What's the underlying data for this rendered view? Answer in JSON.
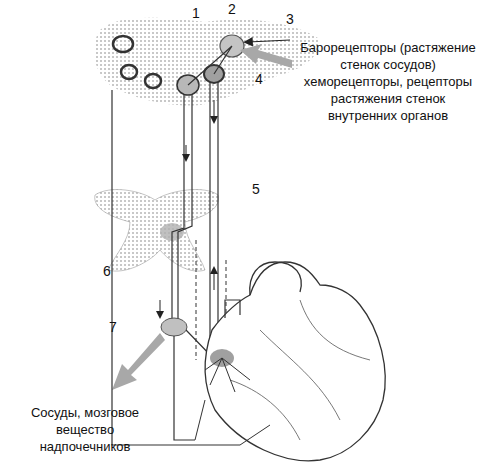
{
  "diagram": {
    "labels": [
      "1",
      "2",
      "3",
      "4",
      "5",
      "6",
      "7",
      "Барорецепторы (растяжение стенок сосудов) хеморецепторы, рецепторы растяжения стенок внутренних органов",
      "Сосуды, мозговое вещество надпочечников"
    ]
  }
}
